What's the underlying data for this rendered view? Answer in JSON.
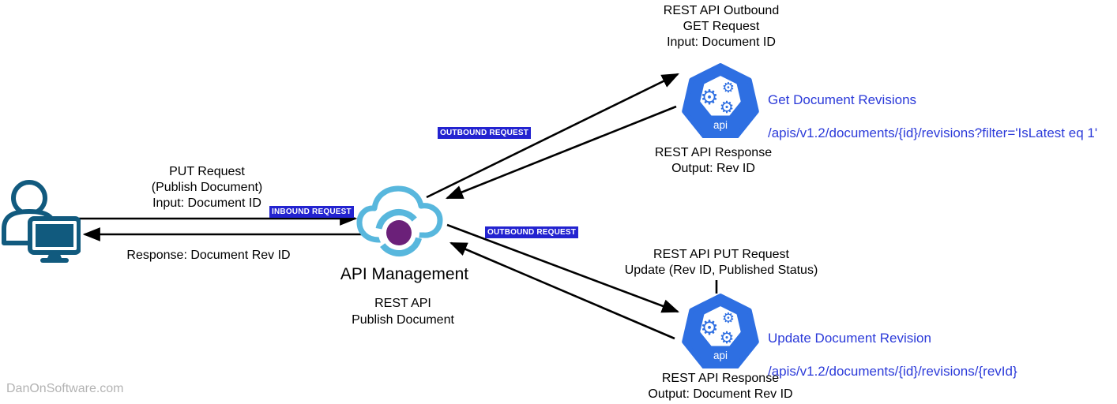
{
  "watermark": "DanOnSoftware.com",
  "client": {
    "request": "PUT Request\n(Publish Document)\nInput: Document ID",
    "response": "Response: Document Rev ID"
  },
  "apim": {
    "title": "API Management",
    "subtitle": "REST API\nPublish Document"
  },
  "badges": {
    "inbound": "INBOUND REQUEST",
    "outbound_top": "OUTBOUND REQUEST",
    "outbound_bottom": "OUTBOUND REQUEST"
  },
  "get_service": {
    "header": "REST API Outbound\nGET Request\nInput: Document ID",
    "name": "Get Document Revisions",
    "endpoint": "/apis/v1.2/documents/{id}/revisions?filter='IsLatest eq 1'",
    "response": "REST API Response\nOutput: Rev ID",
    "icon_label": "api"
  },
  "update_service": {
    "header": "REST API PUT Request\nUpdate (Rev ID, Published Status)",
    "name": "Update Document Revision",
    "endpoint": "/apis/v1.2/documents/{id}/revisions/{revId}",
    "response": "REST API Response\nOutput: Document Rev ID",
    "icon_label": "api"
  },
  "colors": {
    "actor": "#115a7e",
    "cloud": "#58b7dd",
    "core": "#6b2079",
    "heptagon": "#2e6fe2",
    "badge": "#2323d0",
    "link": "#2b3ad9",
    "watermark": "#b3b3b3"
  }
}
